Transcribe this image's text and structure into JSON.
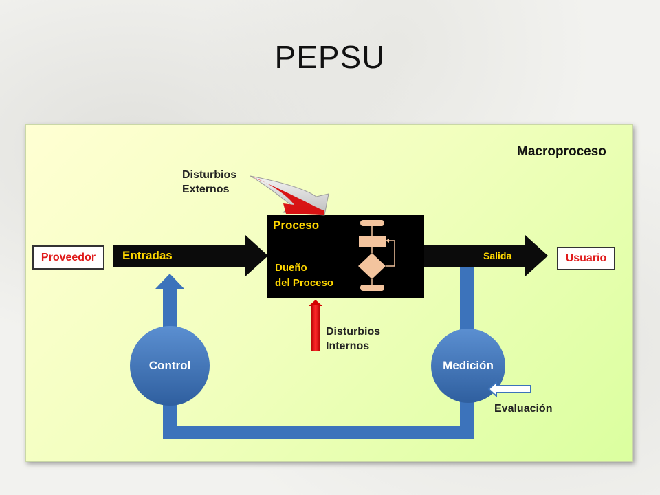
{
  "title": "PEPSU",
  "diagram": {
    "macroproceso": "Macroproceso",
    "disturbios_externos": [
      "Disturbios",
      "Externos"
    ],
    "proceso": "Proceso",
    "dueno": [
      "Dueño",
      "del Proceso"
    ],
    "proveedor": "Proveedor",
    "entradas": "Entradas",
    "salida": "Salida",
    "usuario": "Usuario",
    "disturbios_internos": [
      "Disturbios",
      "Internos"
    ],
    "control": "Control",
    "medicion": "Medición",
    "evaluacion": "Evaluación"
  }
}
